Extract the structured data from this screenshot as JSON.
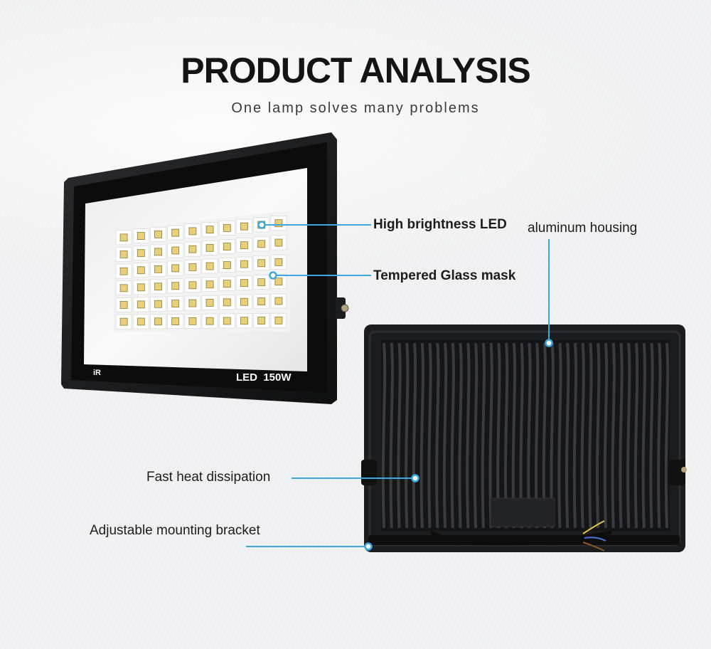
{
  "header": {
    "title": "PRODUCT ANALYSIS",
    "subtitle": "One lamp solves many problems"
  },
  "front_panel": {
    "logo_text": "iR",
    "model_label": "LED  150W",
    "led_grid": {
      "columns": 10,
      "rows": 6
    }
  },
  "callouts": {
    "high_brightness_led": "High brightness LED",
    "tempered_glass_mask": "Tempered Glass mask",
    "aluminum_housing": "aluminum housing",
    "fast_heat_dissipation": "Fast heat dissipation",
    "adjustable_mounting_bracket": "Adjustable mounting bracket"
  },
  "colors": {
    "callout_line": "#3ea7e0",
    "housing": "#1b1c1e",
    "panel": "#f6f6f6",
    "led": "#e8cf7a"
  }
}
